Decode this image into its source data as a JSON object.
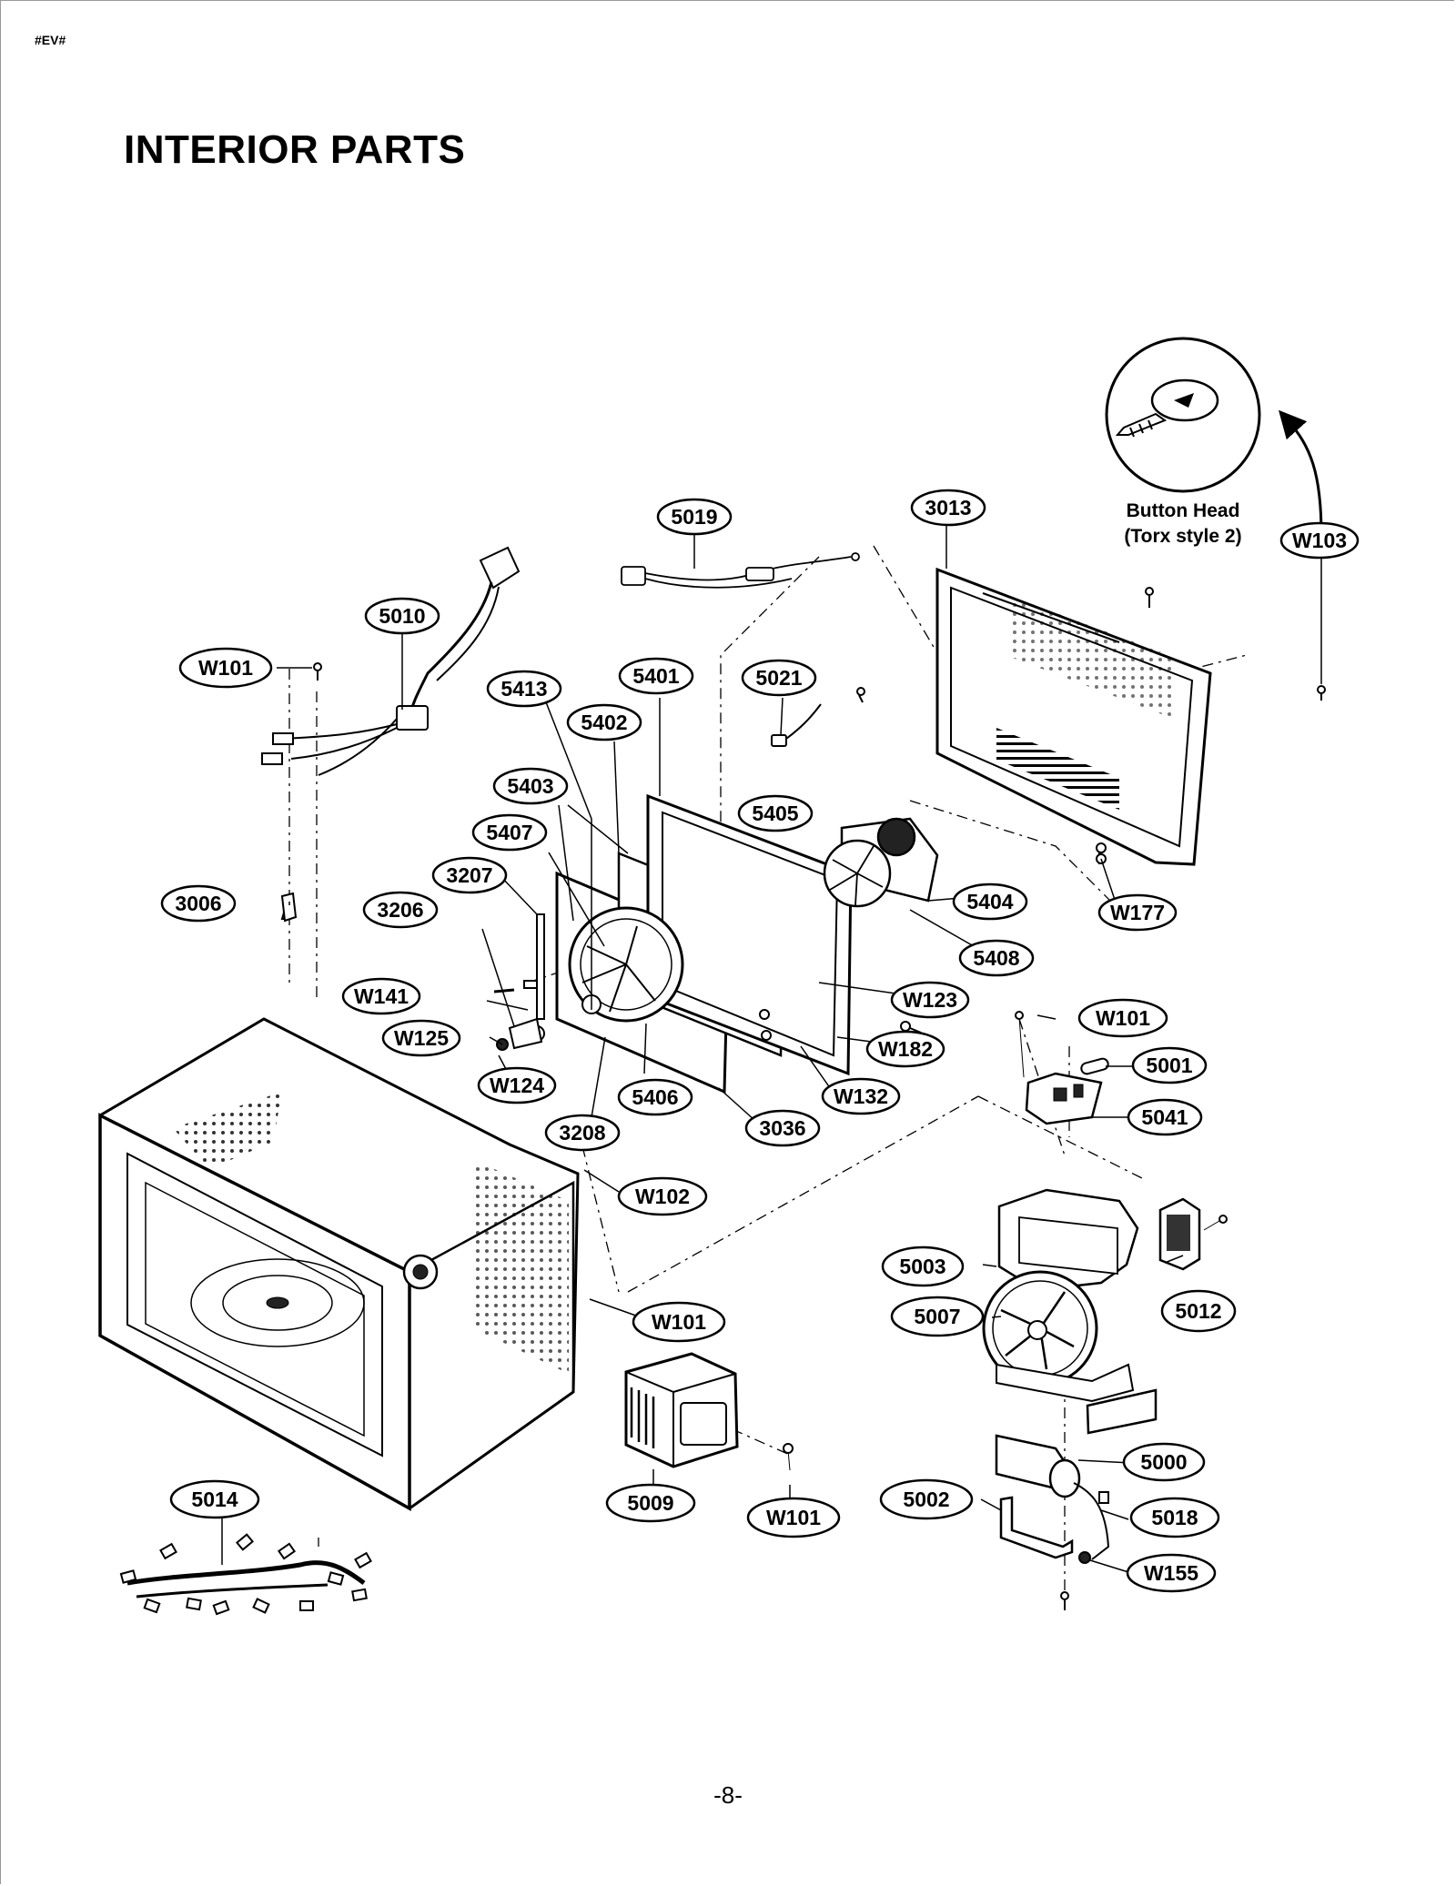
{
  "header": {
    "doc_code": "#EV#",
    "title": "INTERIOR PARTS"
  },
  "footer": {
    "page_number": "-8-"
  },
  "inset": {
    "line1": "Button Head",
    "line2": "(Torx style 2)"
  },
  "callouts": {
    "c_5019": "5019",
    "c_3013": "3013",
    "c_W103": "W103",
    "c_5010": "5010",
    "c_W101_a": "W101",
    "c_5413": "5413",
    "c_5401": "5401",
    "c_5021": "5021",
    "c_5402": "5402",
    "c_5403": "5403",
    "c_5405": "5405",
    "c_5407": "5407",
    "c_3207": "3207",
    "c_3006": "3006",
    "c_3206": "3206",
    "c_5404": "5404",
    "c_W177": "W177",
    "c_5408": "5408",
    "c_W141": "W141",
    "c_W123": "W123",
    "c_W101_b": "W101",
    "c_W125": "W125",
    "c_W182": "W182",
    "c_5001": "5001",
    "c_W124": "W124",
    "c_5406": "5406",
    "c_W132": "W132",
    "c_5041": "5041",
    "c_3208": "3208",
    "c_3036": "3036",
    "c_W102": "W102",
    "c_5003": "5003",
    "c_5012": "5012",
    "c_5007": "5007",
    "c_W101_c": "W101",
    "c_5000": "5000",
    "c_5014": "5014",
    "c_5009": "5009",
    "c_W101_d": "W101",
    "c_5002": "5002",
    "c_5018": "5018",
    "c_W155": "W155"
  }
}
